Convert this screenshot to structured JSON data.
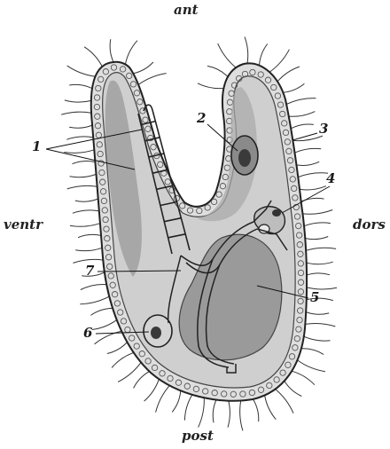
{
  "orientation": {
    "anterior": "ant",
    "posterior": "post",
    "ventral": "ventr",
    "dorsal": "dors"
  },
  "labels": [
    "1",
    "2",
    "3",
    "4",
    "5",
    "6",
    "7"
  ],
  "colors": {
    "body_fill": "#cfcfcf",
    "ectoderm_fill": "#dedede",
    "gut_fill": "#9a9a9a",
    "cell_outline": "#555555",
    "stroke": "#222222",
    "cilia": "#333333"
  }
}
